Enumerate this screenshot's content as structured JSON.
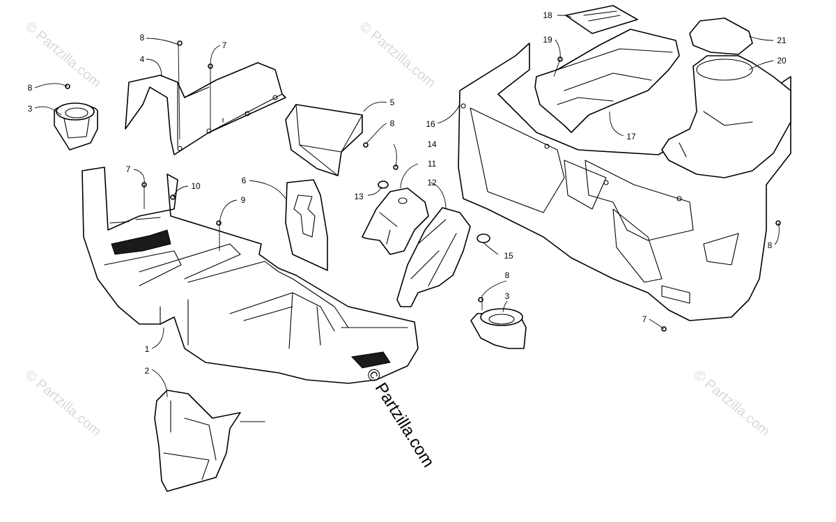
{
  "watermark": "© Partzilla.com",
  "center_copyright": "© Partzilla.com",
  "callouts": {
    "c1": "1",
    "c2": "2",
    "c3a": "3",
    "c3b": "3",
    "c4": "4",
    "c5": "5",
    "c6": "6",
    "c7a": "7",
    "c7b": "7",
    "c7c": "7",
    "c8a": "8",
    "c8b": "8",
    "c8c": "8",
    "c8d": "8",
    "c8e": "8",
    "c9": "9",
    "c10": "10",
    "c11": "11",
    "c12": "12",
    "c13": "13",
    "c14": "14",
    "c15": "15",
    "c16": "16",
    "c17": "17",
    "c18": "18",
    "c19": "19",
    "c20": "20",
    "c21": "21"
  }
}
